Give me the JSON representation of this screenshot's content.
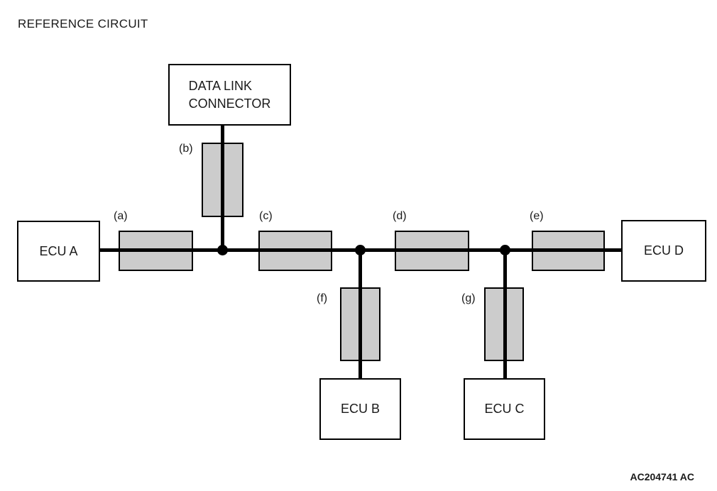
{
  "title": "REFERENCE CIRCUIT",
  "figure_code": "AC204741 AC",
  "colors": {
    "background": "#ffffff",
    "line": "#000000",
    "harness_fill": "#cccccc",
    "box_fill": "#ffffff"
  },
  "connector": {
    "line1": "DATA LINK",
    "line2": "CONNECTOR"
  },
  "ecus": {
    "a": "ECU A",
    "b": "ECU B",
    "c": "ECU C",
    "d": "ECU D"
  },
  "segments": {
    "a": "(a)",
    "b": "(b)",
    "c": "(c)",
    "d": "(d)",
    "e": "(e)",
    "f": "(f)",
    "g": "(g)"
  }
}
